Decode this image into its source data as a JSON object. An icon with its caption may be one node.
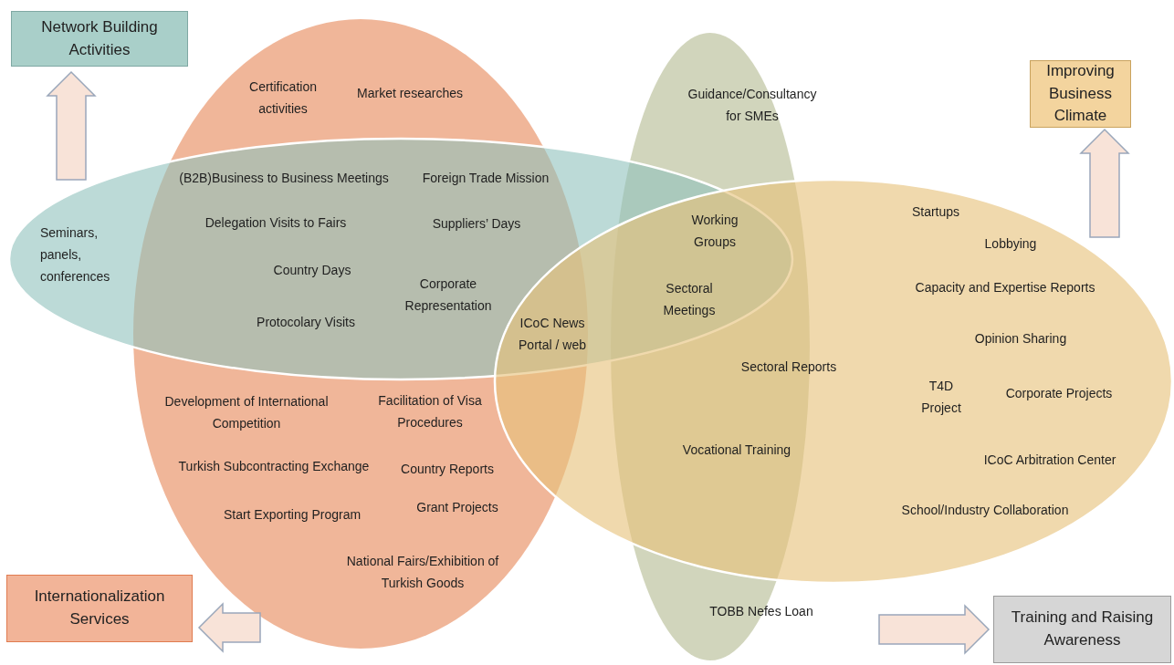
{
  "diagram": {
    "nodes": [
      {
        "text": [
          "Network Building Activities"
        ]
      },
      {
        "text": [
          "Improving Business Climate"
        ]
      },
      {
        "text": [
          "Internationalization Services"
        ]
      },
      {
        "text": [
          "Training and Raising Awareness"
        ]
      },
      {
        "text": [],
        "shape": "ellipse"
      },
      {
        "text": [],
        "shape": "ellipse"
      },
      {
        "text": [],
        "shape": "ellipse"
      },
      {
        "text": [],
        "shape": "ellipse"
      }
    ],
    "edges": [
      {
        "from": null,
        "to": 0,
        "arrow": "to",
        "style": "thick"
      },
      {
        "from": null,
        "to": 1,
        "arrow": "to",
        "style": "thick"
      },
      {
        "from": null,
        "to": 2,
        "arrow": "to",
        "style": "thick"
      },
      {
        "from": null,
        "to": 3,
        "arrow": "to",
        "style": "thick"
      }
    ],
    "labels": [
      "Certification activities",
      "Market researches",
      "Guidance/Consultancy for SMEs",
      "(B2B)Business to Business Meetings",
      "Foreign Trade Mission",
      "Seminars, panels, conferences",
      "Startups",
      "Delegation Visits to Fairs",
      "Suppliers’ Days",
      "Working Groups",
      "Lobbying",
      "Country Days",
      "Corporate Representation",
      "Sectoral Meetings",
      "Capacity and Expertise Reports",
      "Protocolary Visits",
      "ICoC News Portal / web",
      "Opinion Sharing",
      "Sectoral Reports",
      "T4D Project",
      "Corporate Projects",
      "Development of International Competition",
      "Facilitation of Visa Procedures",
      "Vocational Training",
      "ICoC Arbitration Center",
      "Turkish Subcontracting Exchange",
      "Country Reports",
      "Grant Projects",
      "Start Exporting Program",
      "School/Industry Collaboration",
      "National Fairs/Exhibition of Turkish Goods",
      "TOBB Nefes Loan"
    ]
  }
}
